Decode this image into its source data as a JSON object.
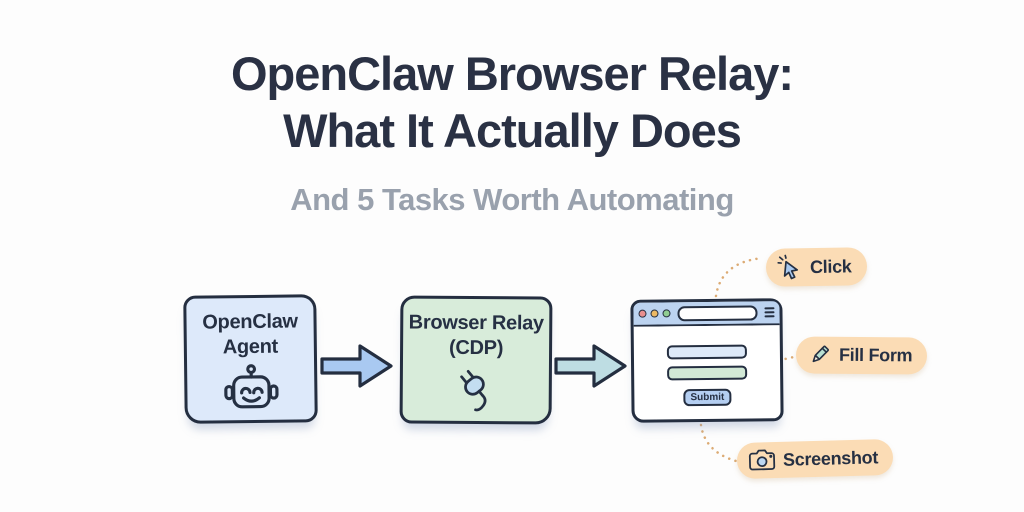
{
  "title": {
    "line1": "OpenClaw Browser Relay:",
    "line2": "What It Actually Does",
    "subtitle": "And 5 Tasks Worth Automating"
  },
  "flow": {
    "agent_box": {
      "line1": "OpenClaw",
      "line2": "Agent",
      "icon": "robot-icon"
    },
    "relay_box": {
      "line1": "Browser Relay",
      "line2": "(CDP)",
      "icon": "plug-icon"
    },
    "browser_window": {
      "submit_label": "Submit"
    }
  },
  "callouts": [
    {
      "label": "Click",
      "icon": "cursor-click-icon"
    },
    {
      "label": "Fill Form",
      "icon": "pencil-icon"
    },
    {
      "label": "Screenshot",
      "icon": "camera-icon"
    }
  ],
  "colors": {
    "title_text": "#2a3144",
    "subtitle_text": "#99a1ad",
    "outline": "#242e40",
    "agent_box_fill": "#dde9fa",
    "relay_box_fill": "#d8ecda",
    "arrow1_fill": "#a9c9f1",
    "arrow2_fill": "#bedde3",
    "browser_titlebar_fill": "#bcd3f0",
    "traffic_lights": [
      "#e98f8f",
      "#edb964",
      "#90cd92"
    ],
    "form_field1_fill": "#dde9f8",
    "form_field2_fill": "#d2e9d6",
    "submit_button_fill": "#b4cef1",
    "callout_pill_fill": "#fbdcb5",
    "connector_dots": "#dcab74"
  }
}
